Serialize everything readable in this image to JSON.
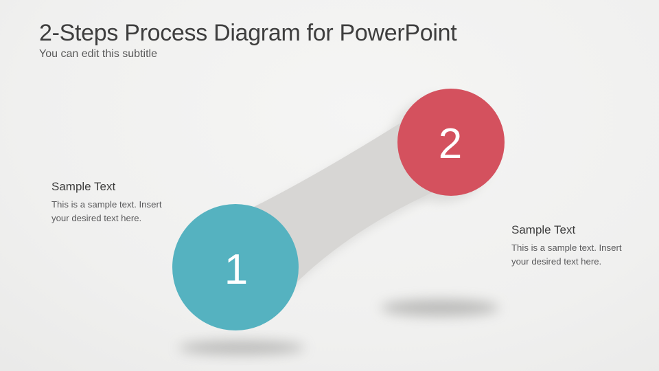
{
  "slide": {
    "title": "2-Steps Process Diagram for PowerPoint",
    "subtitle": "You can edit this subtitle"
  },
  "steps": [
    {
      "number": "1",
      "heading": "Sample Text",
      "body": "This is a sample text. Insert your desired text here.",
      "circle_color": "#55b2c0"
    },
    {
      "number": "2",
      "heading": "Sample Text",
      "body": "This is a sample text. Insert your desired text here.",
      "circle_color": "#d4515e"
    }
  ],
  "colors": {
    "background": "#f0f0ef",
    "connector": "#d7d6d4",
    "shadow": "#9a9a98",
    "title_text": "#3e3e3e",
    "subtitle_text": "#595959",
    "heading_text": "#3d3d3d",
    "body_text": "#58585a",
    "number_text": "#ffffff"
  }
}
